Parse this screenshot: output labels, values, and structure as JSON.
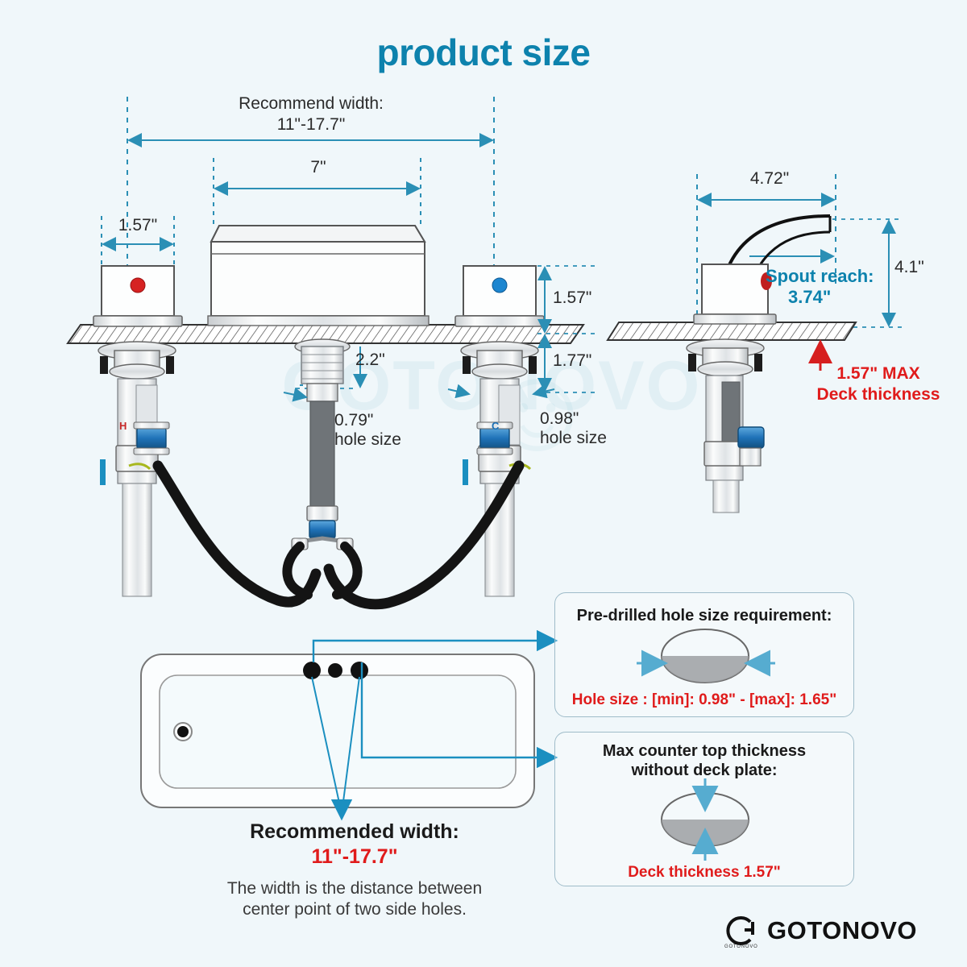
{
  "title": "product size",
  "colors": {
    "background": "#f0f7fa",
    "accent_teal": "#0d82ad",
    "dimension_line": "#3c9fc4",
    "alert_red": "#e01b1b",
    "hot_indicator": "#d62222",
    "cold_indicator": "#1d86d0",
    "outline_gray": "#555555"
  },
  "dimensions": {
    "recommend_width_label": "Recommend width:",
    "recommend_width_value": "11\"-17.7\"",
    "spread_7in": "7\"",
    "handle_width": "1.57\"",
    "above_deck_height": "1.57\"",
    "below_deck_height": "1.77\"",
    "center_below_deck": "2.2\"",
    "center_hole_size": "0.79\"",
    "center_hole_size_label": "hole size",
    "side_hole_size": "0.98\"",
    "side_hole_size_label": "hole size",
    "spout_span": "4.72\"",
    "spout_height": "4.1\"",
    "spout_reach_label": "Spout reach:",
    "spout_reach_value": "3.74\"",
    "deck_max_line1": "1.57\" MAX",
    "deck_max_line2": "Deck thickness"
  },
  "handles": {
    "hot_marker": "hot-indicator-dot",
    "cold_marker": "cold-indicator-dot",
    "hot_letter": "H",
    "cold_letter": "C"
  },
  "info_boxes": [
    {
      "id": "pre-drilled-hole",
      "title": "Pre-drilled hole size requirement:",
      "footer": "Hole size : [min]: 0.98\" - [max]: 1.65\""
    },
    {
      "id": "max-counter-thickness",
      "title": "Max counter top thickness\nwithout deck plate:",
      "footer": "Deck thickness 1.57\""
    }
  ],
  "basin_caption": {
    "line1": "Recommended width:",
    "line2": "11\"-17.7\"",
    "line3": "The width is the distance between\ncenter point of two side holes."
  },
  "brand": {
    "name": "GOTONOVO",
    "mark": "G",
    "mark_sub": "GOTONOVO"
  },
  "watermark": "GOTONOVO"
}
